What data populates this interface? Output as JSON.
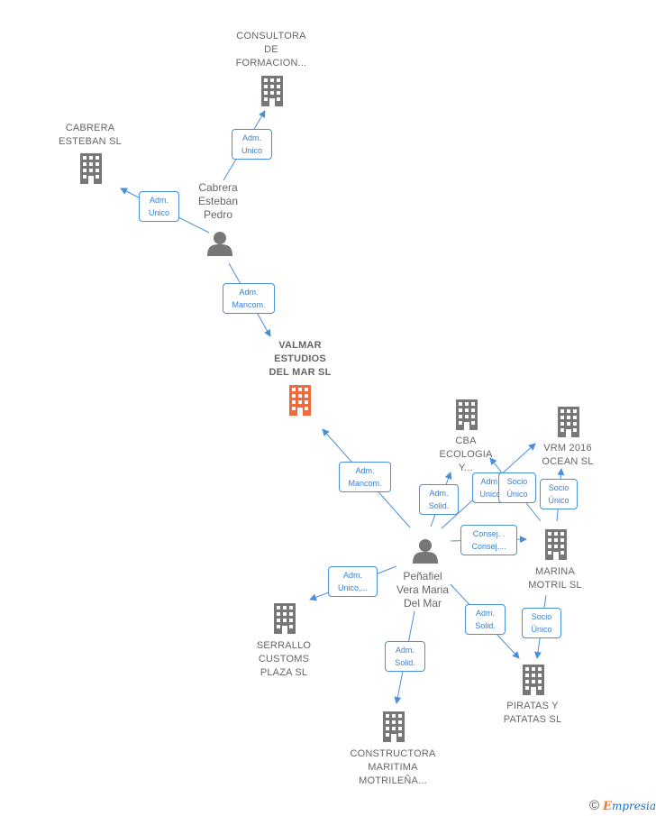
{
  "colors": {
    "edge": "#4a8fd9",
    "building": "#777777",
    "focus_building": "#f26a3b",
    "person": "#777777"
  },
  "nodes": {
    "consultora": {
      "label": "CONSULTORA\nDE\nFORMACION...",
      "icon": "building-icon"
    },
    "cabrera_esteban_sl": {
      "label": "CABRERA\nESTEBAN  SL",
      "icon": "building-icon"
    },
    "cabrera_pedro": {
      "label": "Cabrera\nEsteban\nPedro",
      "icon": "person-icon"
    },
    "valmar": {
      "label": "VALMAR\nESTUDIOS\nDEL MAR  SL",
      "icon": "building-icon"
    },
    "cba": {
      "label": "CBA\nECOLOGIA\nY...",
      "icon": "building-icon"
    },
    "vrm": {
      "label": "VRM 2016\nOCEAN  SL",
      "icon": "building-icon"
    },
    "penafiel": {
      "label": "Peñafiel\nVera Maria\nDel Mar",
      "icon": "person-icon"
    },
    "marina": {
      "label": "MARINA\nMOTRIL  SL",
      "icon": "building-icon"
    },
    "serrallo": {
      "label": "SERRALLO\nCUSTOMS\nPLAZA SL",
      "icon": "building-icon"
    },
    "constructora": {
      "label": "CONSTRUCTORA\nMARITIMA\nMOTRILEÑA...",
      "icon": "building-icon"
    },
    "piratas": {
      "label": "PIRATAS Y\nPATATAS  SL",
      "icon": "building-icon"
    }
  },
  "edges": {
    "pedro_consultora": "Adm.\nUnico",
    "pedro_cabrera": "Adm.\nUnico",
    "pedro_valmar": "Adm.\nMancom.",
    "penafiel_valmar": "Adm.\nMancom.",
    "penafiel_cba": "Adm.\nSolid.",
    "penafiel_vrm": "Adm.\nUnico",
    "marina_vrm_a": "Socio\nÚnico",
    "marina_vrm_b": "Socio\nÚnico",
    "penafiel_marina": "Consej. .\nConsej....",
    "penafiel_serrallo": "Adm.\nUnico,...",
    "penafiel_constructora": "Adm.\nSolid.",
    "penafiel_piratas": "Adm.\nSolid.",
    "marina_piratas": "Socio\nÚnico"
  },
  "footer": {
    "copyright": "©",
    "brand_initial": "E",
    "brand_rest": "mpresia"
  }
}
